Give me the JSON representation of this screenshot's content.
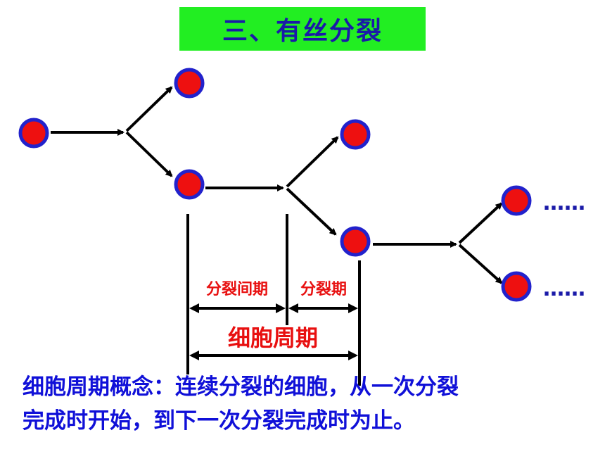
{
  "title": "三、有丝分裂",
  "labels": {
    "interphase": "分裂间期",
    "division_phase": "分裂期",
    "cell_cycle": "细胞周期",
    "ellipsis": "……"
  },
  "concept": {
    "line1": "细胞周期概念：连续分裂的细胞，从一次分裂",
    "line2": "完成时开始，到下一次分裂完成时为止。"
  },
  "colors": {
    "title_bg": "#22ee22",
    "title_text": "#1a1aa8",
    "cell_fill": "#ee1010",
    "cell_ring": "#2222cc",
    "label_red": "#e81010",
    "concept_text": "#1010d8"
  }
}
